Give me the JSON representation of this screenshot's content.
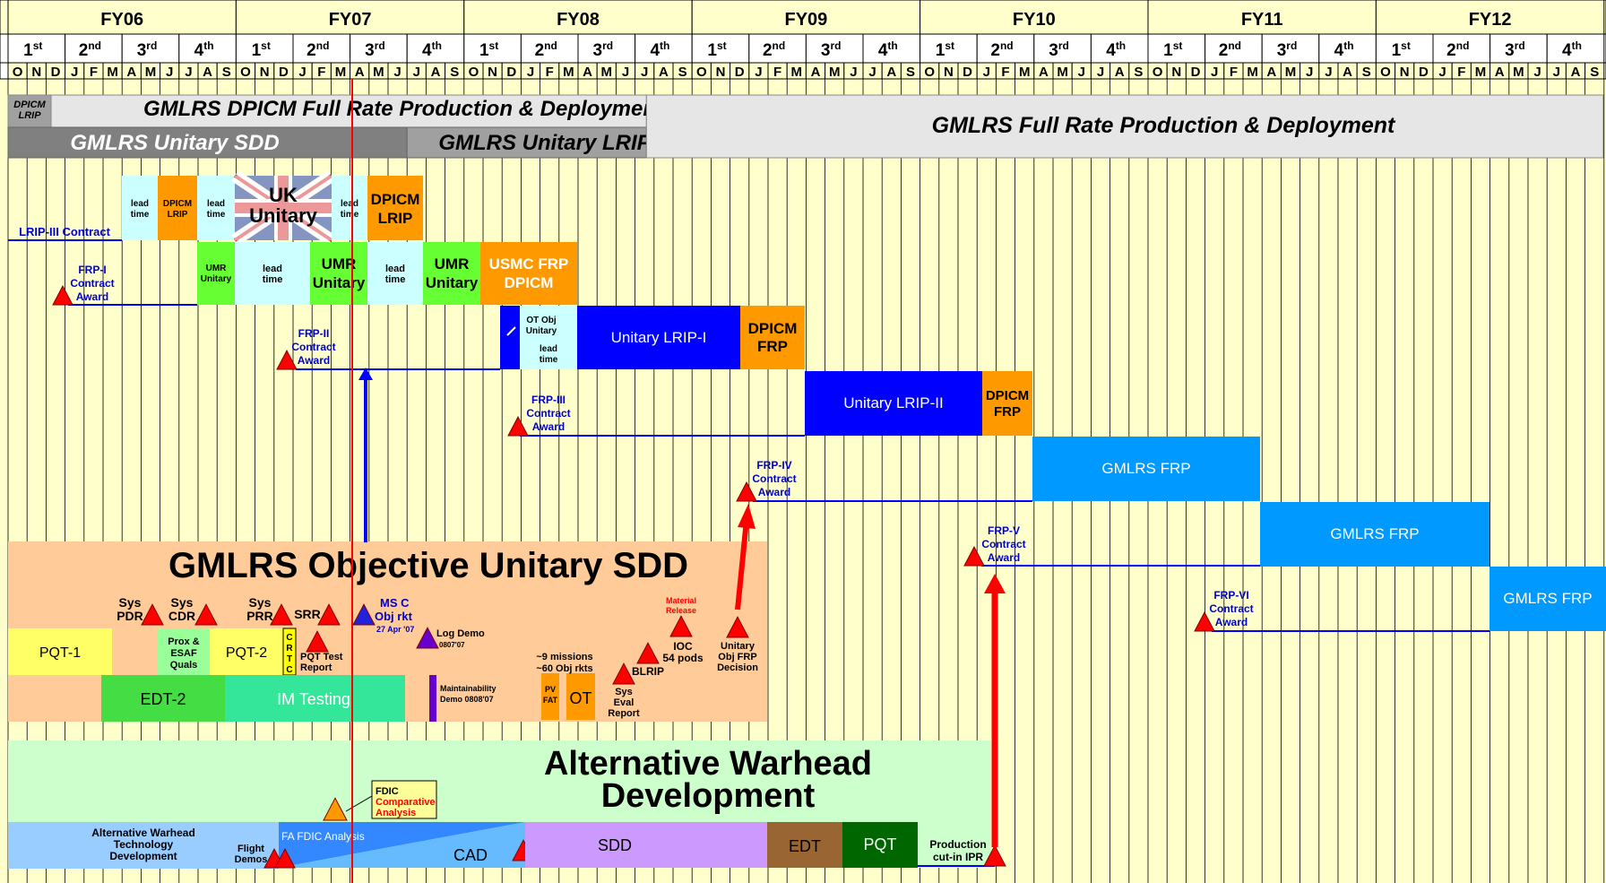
{
  "fiscal_years": [
    "FY06",
    "FY07",
    "FY08",
    "FY09",
    "FY10",
    "FY11",
    "FY12"
  ],
  "quarters": [
    {
      "num": "1",
      "sup": "st"
    },
    {
      "num": "2",
      "sup": "nd"
    },
    {
      "num": "3",
      "sup": "rd"
    },
    {
      "num": "4",
      "sup": "th"
    }
  ],
  "months": [
    "O",
    "N",
    "D",
    "J",
    "F",
    "M",
    "A",
    "M",
    "J",
    "J",
    "A",
    "S"
  ],
  "band1": {
    "dpicm_lrip_a": "DPICM",
    "dpicm_lrip_b": "LRIP",
    "frp_dpicm": "GMLRS DPICM Full Rate Production & Deployment"
  },
  "band2": {
    "unitary_sdd": "GMLRS Unitary SDD",
    "unitary_lrip": "GMLRS Unitary LRIP"
  },
  "band_right": "GMLRS Full Rate Production & Deployment",
  "contract_bars": {
    "lrip3": "LRIP-III Contract",
    "lead_time_a": "lead",
    "lead_time_b": "time",
    "dpicm": "DPICM",
    "lrip": "LRIP",
    "uk": "UK",
    "unitary": "Unitary",
    "umr": "UMR",
    "usmc_frp": "USMC FRP",
    "usmc_dpicm": "DPICM",
    "ot_obj_a": "OT Obj",
    "ot_obj_b": "Unitary",
    "unitary_lrip_1": "Unitary LRIP-I",
    "unitary_lrip_2": "Unitary LRIP-II",
    "dpicm_frp_a": "DPICM",
    "dpicm_frp_b": "FRP",
    "gmlrs_frp": "GMLRS FRP"
  },
  "contracts": [
    {
      "a": "FRP-I",
      "b": "Contract",
      "c": "Award"
    },
    {
      "a": "FRP-II",
      "b": "Contract",
      "c": "Award"
    },
    {
      "a": "FRP-III",
      "b": "Contract",
      "c": "Award"
    },
    {
      "a": "FRP-IV",
      "b": "Contract",
      "c": "Award"
    },
    {
      "a": "FRP-V",
      "b": "Contract",
      "c": "Award"
    },
    {
      "a": "FRP-VI",
      "b": "Contract",
      "c": "Award"
    }
  ],
  "objective": {
    "title": "GMLRS  Objective Unitary SDD",
    "sys_pdr_a": "Sys",
    "sys_pdr_b": "PDR",
    "sys_cdr_a": "Sys",
    "sys_cdr_b": "CDR",
    "sys_prr_a": "Sys",
    "sys_prr_b": "PRR",
    "srr": "SRR",
    "msc_a": "MS C",
    "msc_b": "Obj rkt",
    "msc_date": "27 Apr '07",
    "log_demo": "Log Demo",
    "log_demo_date": "0807'07",
    "material_a": "Material",
    "material_b": "Release",
    "ioc_a": "IOC",
    "ioc_b": "54 pods",
    "blrip": "BLRIP",
    "unitary_frp_a": "Unitary",
    "unitary_frp_b": "Obj FRP",
    "unitary_frp_c": "Decision",
    "pqt1": "PQT-1",
    "pqt2": "PQT-2",
    "prox_a": "Prox &",
    "prox_b": "ESAF",
    "prox_c": "Quals",
    "crtc": [
      "C",
      "R",
      "T",
      "C"
    ],
    "pqt_test_a": "PQT Test",
    "pqt_test_b": "Report",
    "missions_a": "~9 missions",
    "missions_b": "~60 Obj rkts",
    "edt2": "EDT-2",
    "im_testing": "IM Testing",
    "maint_a": "Maintainability",
    "maint_b": "Demo 0808'07",
    "pv_a": "PV",
    "pv_b": "FAT",
    "ot": "OT",
    "sys_eval_a": "Sys",
    "sys_eval_b": "Eval",
    "sys_eval_c": "Report"
  },
  "alt": {
    "title_a": "Alternative Warhead",
    "title_b": "Development",
    "fdic_a": "FDIC",
    "fdic_b": "Comparative",
    "fdic_c": "Analysis",
    "awtd_a": "Alternative Warhead",
    "awtd_b": "Technology",
    "awtd_c": "Development",
    "flight_a": "Flight",
    "flight_b": "Demos",
    "fa_fdic": "FA FDIC Analysis",
    "cad": "CAD",
    "sdd": "SDD",
    "edt": "EDT",
    "pqt": "PQT",
    "cutin_a": "Production",
    "cutin_b": "cut-in IPR"
  },
  "colors": {
    "grid_bg": "#FFFFCC",
    "header": "#FFFFCC",
    "gray_dark": "#808080",
    "gray_light": "#E6E6E6",
    "gray_mid": "#A0A0A0",
    "cyan": "#CCFFFF",
    "orange": "#FF9900",
    "green": "#66FF33",
    "blue": "#0000FF",
    "sky": "#0099FF",
    "peach": "#FFCC99",
    "mint": "#CCFFCC",
    "red": "#FF0000",
    "yellow": "#FFFF66",
    "brown": "#996633",
    "dkgreen": "#006600"
  }
}
